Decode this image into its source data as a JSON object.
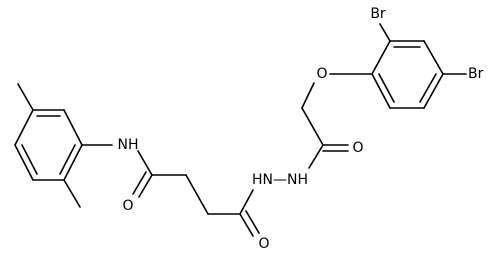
{
  "atoms": {
    "br_ortho": "Br",
    "br_para": "Br",
    "ether_o": "O",
    "amide_nh": "NH",
    "hydrazide_nh_nh": "HN—NH",
    "carbonyl_o_left": "O",
    "carbonyl_o_middle": "O",
    "carbonyl_o_right": "O"
  }
}
